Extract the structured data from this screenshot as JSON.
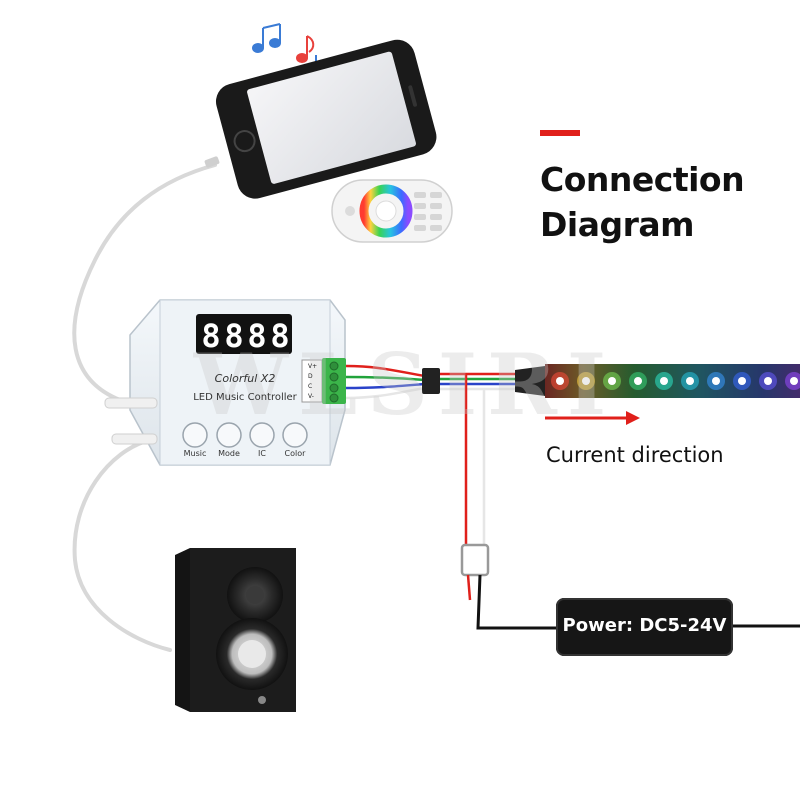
{
  "heading": {
    "line1": "Connection",
    "line2": "Diagram"
  },
  "current_direction": "Current direction",
  "power": {
    "label": "Power:",
    "value": "DC5-24V"
  },
  "watermark": "WLSIRI",
  "controller": {
    "display": [
      "8",
      "8",
      "8",
      "8"
    ],
    "brand": "Colorful  X2",
    "name": "LED Music Controller",
    "buttons": [
      "Music",
      "Mode",
      "IC",
      "Color"
    ],
    "terminals": [
      "V+",
      "D",
      "C",
      "V-"
    ]
  },
  "colors": {
    "accent_red": "#e0201b",
    "wire_red": "#e0201b",
    "wire_green": "#21a33b",
    "wire_blue": "#2a43c9",
    "wire_white": "#f2f2f2",
    "terminal_green": "#3bb54a"
  },
  "icons": [
    "music-notes-icon",
    "smartphone-icon",
    "rf-remote-icon",
    "speaker-icon",
    "led-strip-icon",
    "arrow-right-icon"
  ]
}
